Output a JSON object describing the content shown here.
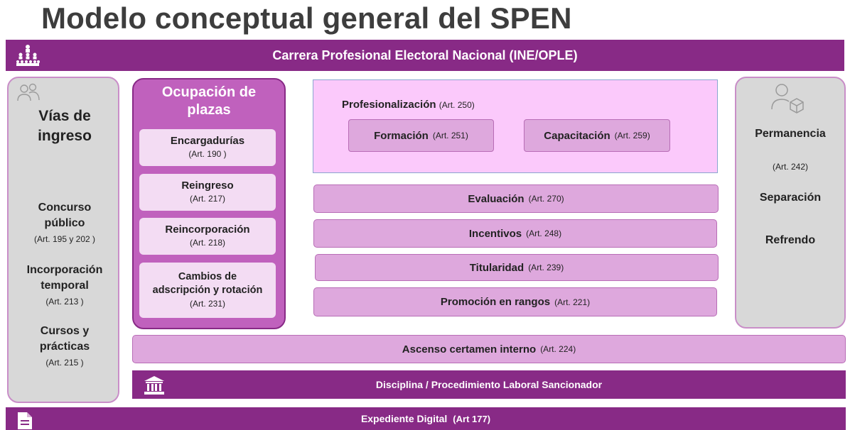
{
  "title": "Modelo conceptual general del SPEN",
  "top_band": "Carrera Profesional Electoral Nacional (INE/OPLE)",
  "ingreso": {
    "heading_1": "Vías de",
    "heading_2": "ingreso",
    "items": [
      {
        "l1": "Concurso",
        "l2": "público",
        "art": "(Art. 195 y 202 )"
      },
      {
        "l1": "Incorporación",
        "l2": "temporal",
        "art": "(Art. 213 )"
      },
      {
        "l1": "Cursos y",
        "l2": "prácticas",
        "art": "(Art. 215 )"
      }
    ]
  },
  "ocupacion": {
    "heading_1": "Ocupación de",
    "heading_2": "plazas",
    "items": [
      {
        "label": "Encargadurías",
        "art": "(Art. 190 )"
      },
      {
        "label": "Reingreso",
        "art": "(Art. 217)"
      },
      {
        "label": "Reincorporación",
        "art": "(Art. 218)"
      },
      {
        "label": "Cambios de adscripción y rotación",
        "l1": "Cambios de",
        "l2": "adscripción y rotación",
        "art": "(Art. 231)"
      }
    ]
  },
  "profesionalizacion": {
    "label": "Profesionalización",
    "art": "(Art. 250)",
    "formacion": {
      "label": "Formación",
      "art": "(Art. 251)"
    },
    "capacitacion": {
      "label": "Capacitación",
      "art": "(Art. 259)"
    }
  },
  "rows": [
    {
      "label": "Evaluación",
      "art": "(Art. 270)"
    },
    {
      "label": "Incentivos",
      "art": "(Art. 248)"
    },
    {
      "label": "Titularidad",
      "art": "(Art. 239)"
    },
    {
      "label": "Promoción en rangos",
      "art": "(Art. 221)"
    }
  ],
  "permanencia": {
    "label": "Permanencia",
    "art": "(Art. 242)",
    "separacion": "Separación",
    "refrendo": "Refrendo"
  },
  "ascenso": {
    "label": "Ascenso certamen interno",
    "art": "(Art. 224)"
  },
  "disciplina": "Disciplina / Procedimiento Laboral Sancionador",
  "expediente": {
    "label": "Expediente Digital",
    "art": "(Art 177)"
  },
  "icons": {
    "org": "org-chart-icon",
    "users": "users-icon",
    "user_box": "user-box-icon",
    "building": "building-icon",
    "document": "document-icon"
  },
  "colors": {
    "dark_purple": "#882a86",
    "mid_purple": "#c061bd",
    "light_pink": "#fbc9fb",
    "row_pink": "#dea8dd",
    "gray": "#d8d8d8"
  }
}
